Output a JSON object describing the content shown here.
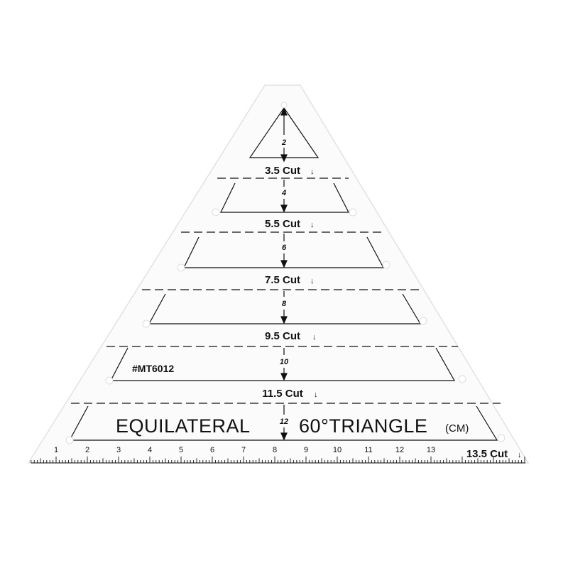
{
  "ruler": {
    "product_code": "#MT6012",
    "title_left": "EQUILATERAL",
    "title_right": "60°TRIANGLE",
    "unit": "(CM)",
    "cut_labels": [
      "3.5 Cut",
      "5.5 Cut",
      "7.5 Cut",
      "9.5 Cut",
      "11.5 Cut",
      "13.5 Cut"
    ],
    "height_labels": [
      "2",
      "4",
      "6",
      "8",
      "10",
      "12"
    ],
    "scale_numbers": [
      "1",
      "2",
      "3",
      "4",
      "5",
      "6",
      "7",
      "8",
      "9",
      "10",
      "11",
      "12",
      "13"
    ],
    "arrow_glyph": "↓"
  }
}
